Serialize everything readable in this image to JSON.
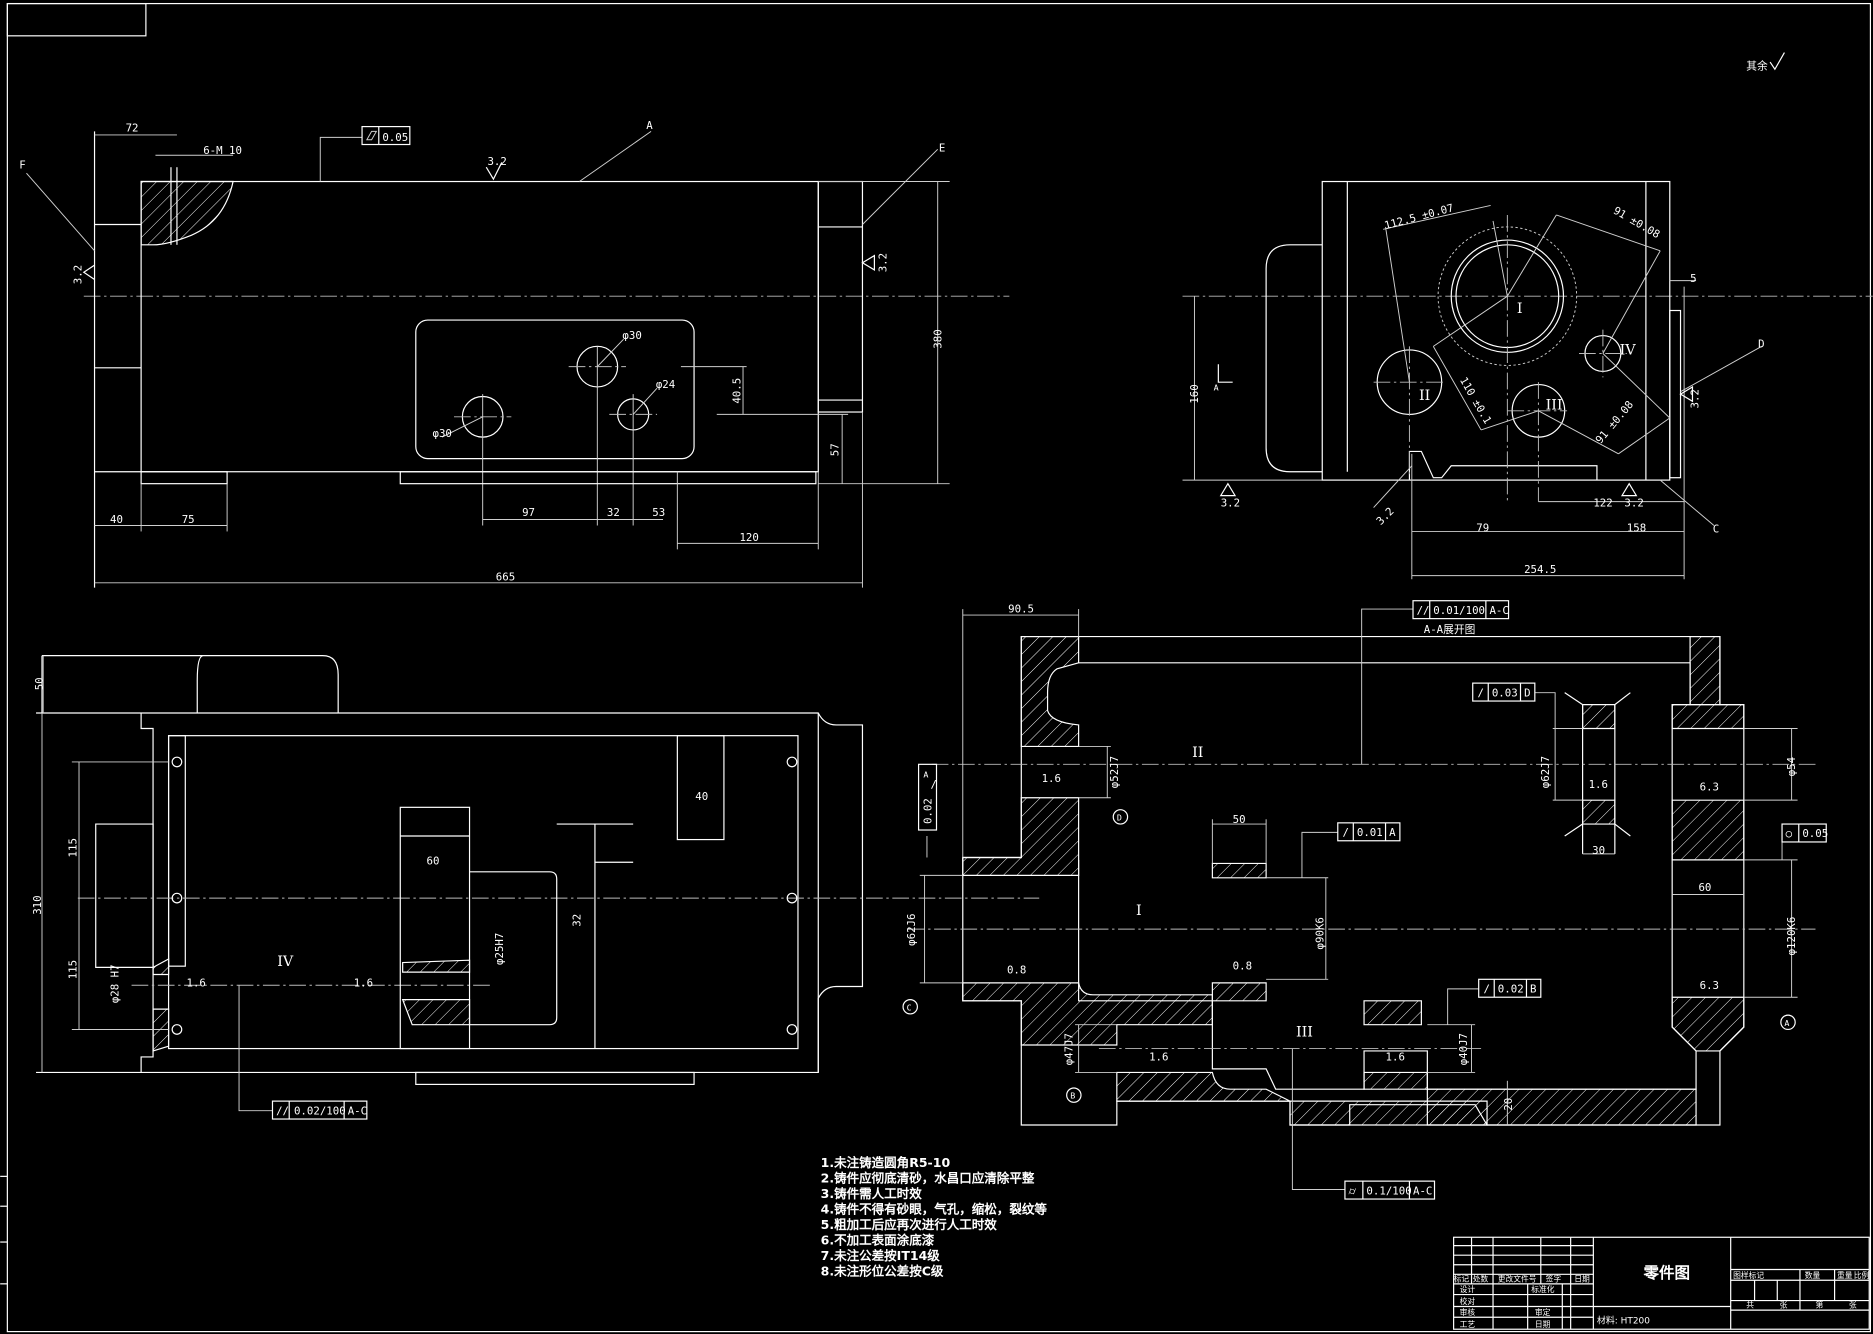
{
  "corner_note": "其余",
  "front_view": {
    "dims": [
      "72",
      "6-M 10",
      "0.05",
      "3.2",
      "A",
      "E",
      "F",
      "3.2",
      "3.2",
      "φ30",
      "φ24",
      "φ30",
      "40.5",
      "57",
      "380",
      "40",
      "75",
      "97",
      "32",
      "53",
      "120",
      "665"
    ]
  },
  "side_view": {
    "dims": [
      "112.5 ±0.07",
      "91 ±0.08",
      "110 ±0.1",
      "91 ±0.08",
      "160",
      "5",
      "122",
      "79",
      "158",
      "254.5",
      "D",
      "C",
      "3.2",
      "3.2",
      "3.2",
      "3.2",
      "A"
    ],
    "shaft_labels": [
      "I",
      "II",
      "III",
      "IV"
    ]
  },
  "bottom_view": {
    "dims": [
      "50",
      "310",
      "115",
      "115",
      "60",
      "40",
      "32",
      "φ25H7",
      "φ28 H7",
      "1.6",
      "1.6"
    ],
    "shaft_label": "IV",
    "tolerance": {
      "symbol": "//",
      "value": "0.02/100",
      "datum": "A-C"
    }
  },
  "section_view": {
    "title": "A-A展开图",
    "dims": [
      "90.5",
      "50",
      "30",
      "60",
      "φ52J7",
      "φ62J7",
      "φ54",
      "φ90K6",
      "φ120K6",
      "φ47J7",
      "φ40J7",
      "φ62J6",
      "1.6",
      "1.6",
      "1.6",
      "1.6",
      "6.3",
      "6.3",
      "0.8",
      "0.8",
      "20"
    ],
    "shaft_labels": [
      "II",
      "I",
      "III"
    ],
    "datums": [
      "A",
      "B",
      "C",
      "D"
    ],
    "tolerances": [
      {
        "symbol": "//",
        "value": "0.01/100",
        "datum": "A-C"
      },
      {
        "symbol": "/",
        "value": "0.03",
        "datum": "D"
      },
      {
        "symbol": "/",
        "value": "0.02",
        "datum": "A"
      },
      {
        "symbol": "/",
        "value": "0.01",
        "datum": "A"
      },
      {
        "symbol": "○",
        "value": "0.05",
        "datum": ""
      },
      {
        "symbol": "/",
        "value": "0.02",
        "datum": "B"
      },
      {
        "symbol": "⌭",
        "value": "0.1/100",
        "datum": "A-C"
      }
    ]
  },
  "notes": [
    "1.未注铸造圆角R5-10",
    "2.铸件应彻底清砂，水昌口应清除平整",
    "3.铸件需人工时效",
    "4.铸件不得有砂眼，气孔，缩松，裂纹等",
    "5.粗加工后应再次进行人工时效",
    "6.不加工表面涂底漆",
    "7.未注公差按IT14级",
    "8.未注形位公差按C级"
  ],
  "title_block": {
    "drawing_name": "零件图",
    "material": "材料: HT200",
    "row_headers": [
      "标记",
      "处数",
      "更改文件号",
      "签字",
      "日期"
    ],
    "left_labels": [
      "设计",
      "校对",
      "审核",
      "工艺"
    ],
    "mid_labels": [
      "标准化",
      "审定",
      "日期"
    ],
    "right_headers": [
      "图样标记",
      "数量",
      "重量",
      "比例"
    ],
    "sheet": [
      "共",
      "张",
      "第",
      "张"
    ]
  }
}
